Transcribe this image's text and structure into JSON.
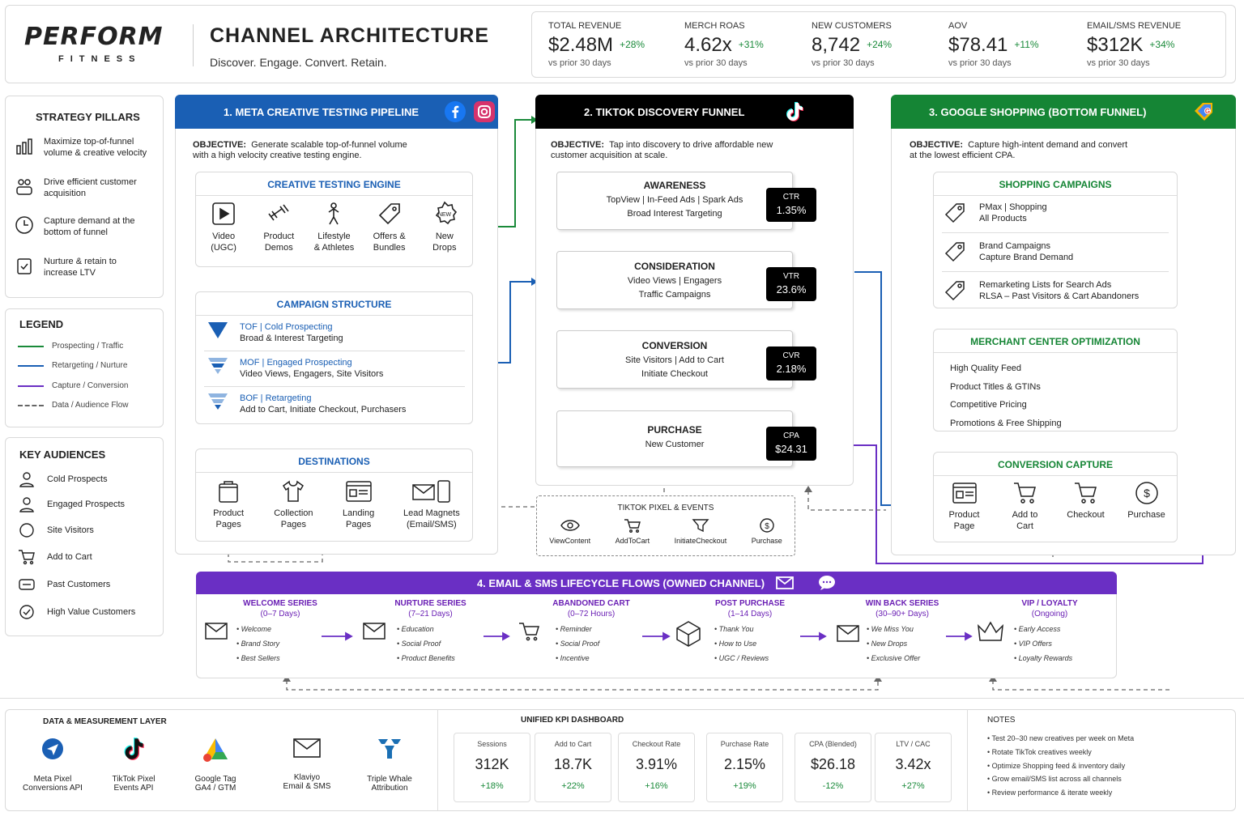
{
  "brand": {
    "name": "PERFORM",
    "sub": "FITNESS"
  },
  "header": {
    "title": "CHANNEL ARCHITECTURE",
    "subtitle": "Discover. Engage. Convert. Retain."
  },
  "kpis": [
    {
      "label": "TOTAL REVENUE",
      "value": "$2.48M",
      "change": "+28%",
      "sub": "vs prior 30 days"
    },
    {
      "label": "MERCH ROAS",
      "value": "4.62x",
      "change": "+31%",
      "sub": "vs prior 30 days"
    },
    {
      "label": "NEW CUSTOMERS",
      "value": "8,742",
      "change": "+24%",
      "sub": "vs prior 30 days"
    },
    {
      "label": "AOV",
      "value": "$78.41",
      "change": "+11%",
      "sub": "vs prior 30 days"
    },
    {
      "label": "EMAIL/SMS REVENUE",
      "value": "$312K",
      "change": "+34%",
      "sub": "vs prior 30 days"
    }
  ],
  "pillars": {
    "title": "STRATEGY PILLARS",
    "items": [
      "Maximize top-of-funnel volume & creative velocity",
      "Drive efficient customer acquisition",
      "Capture demand at the bottom of funnel",
      "Nurture & retain to increase LTV"
    ]
  },
  "legend": {
    "title": "LEGEND",
    "items": [
      {
        "label": "Prospecting / Traffic",
        "color": "#1a8a3a"
      },
      {
        "label": "Retargeting / Nurture",
        "color": "#1a5fb4"
      },
      {
        "label": "Capture / Conversion",
        "color": "#6a2fc4"
      },
      {
        "label": "Data / Audience Flow",
        "color": "#666"
      }
    ]
  },
  "audiences": {
    "title": "KEY AUDIENCES",
    "items": [
      "Cold Prospects",
      "Engaged Prospects",
      "Site Visitors",
      "Add to Cart",
      "Past Customers",
      "High Value Customers"
    ]
  },
  "meta": {
    "title": "1. META CREATIVE TESTING PIPELINE",
    "obj_label": "OBJECTIVE:",
    "obj1": "Generate scalable top-of-funnel volume",
    "obj2": "with a high velocity creative testing engine.",
    "engine": {
      "title": "CREATIVE TESTING ENGINE",
      "items": [
        [
          "Video",
          "(UGC)"
        ],
        [
          "Product",
          "Demos"
        ],
        [
          "Lifestyle",
          "& Athletes"
        ],
        [
          "Offers &",
          "Bundles"
        ],
        [
          "New",
          "Drops"
        ]
      ]
    },
    "structure": {
      "title": "CAMPAIGN STRUCTURE",
      "rows": [
        {
          "tag": "TOF",
          "name": "Cold Prospecting",
          "desc": "Broad & Interest Targeting"
        },
        {
          "tag": "MOF",
          "name": "Engaged Prospecting",
          "desc": "Video Views, Engagers, Site Visitors"
        },
        {
          "tag": "BOF",
          "name": "Retargeting",
          "desc": "Add to Cart, Initiate Checkout, Purchasers"
        }
      ]
    },
    "destinations": {
      "title": "DESTINATIONS",
      "items": [
        [
          "Product",
          "Pages"
        ],
        [
          "Collection",
          "Pages"
        ],
        [
          "Landing",
          "Pages"
        ],
        [
          "Lead Magnets",
          "(Email/SMS)"
        ]
      ]
    }
  },
  "tiktok": {
    "title": "2.  TIKTOK DISCOVERY FUNNEL",
    "obj_label": "OBJECTIVE:",
    "obj1": "Tap into discovery to drive affordable new",
    "obj2": "customer acquisition at scale.",
    "stages": [
      {
        "name": "AWARENESS",
        "l1": "TopView  |  In-Feed Ads  |  Spark Ads",
        "l2": "Broad Interest Targeting",
        "mlabel": "CTR",
        "mval": "1.35%"
      },
      {
        "name": "CONSIDERATION",
        "l1": "Video Views  |  Engagers",
        "l2": "Traffic Campaigns",
        "mlabel": "VTR",
        "mval": "23.6%"
      },
      {
        "name": "CONVERSION",
        "l1": "Site Visitors  |  Add to Cart",
        "l2": "Initiate Checkout",
        "mlabel": "CVR",
        "mval": "2.18%"
      },
      {
        "name": "PURCHASE",
        "l1": "New Customer",
        "l2": "",
        "mlabel": "CPA",
        "mval": "$24.31"
      }
    ],
    "pixel": {
      "title": "TIKTOK PIXEL & EVENTS",
      "events": [
        "ViewContent",
        "AddToCart",
        "InitiateCheckout",
        "Purchase"
      ]
    }
  },
  "google": {
    "title": "3.  GOOGLE SHOPPING (BOTTOM FUNNEL)",
    "obj_label": "OBJECTIVE:",
    "obj1": "Capture high-intent demand and convert",
    "obj2": "at the lowest efficient CPA.",
    "shopping": {
      "title": "SHOPPING CAMPAIGNS",
      "items": [
        [
          "PMax  |  Shopping",
          "All Products"
        ],
        [
          "Brand Campaigns",
          "Capture Brand Demand"
        ],
        [
          "Remarketing Lists for Search Ads",
          "RLSA – Past Visitors & Cart Abandoners"
        ]
      ]
    },
    "merchant": {
      "title": "MERCHANT CENTER OPTIMIZATION",
      "items": [
        "High Quality Feed",
        "Product Titles & GTINs",
        "Competitive Pricing",
        "Promotions & Free Shipping"
      ]
    },
    "capture": {
      "title": "CONVERSION CAPTURE",
      "items": [
        [
          "Product",
          "Page"
        ],
        [
          "Add to",
          "Cart"
        ],
        [
          "Checkout",
          ""
        ],
        [
          "Purchase",
          ""
        ]
      ]
    }
  },
  "lifecycle": {
    "title": "4.  EMAIL & SMS LIFECYCLE FLOWS (OWNED CHANNEL)",
    "flows": [
      {
        "name": "WELCOME SERIES",
        "days": "(0–7 Days)",
        "items": [
          "Welcome",
          "Brand Story",
          "Best Sellers"
        ]
      },
      {
        "name": "NURTURE SERIES",
        "days": "(7–21 Days)",
        "items": [
          "Education",
          "Social Proof",
          "Product Benefits"
        ]
      },
      {
        "name": "ABANDONED CART",
        "days": "(0–72 Hours)",
        "items": [
          "Reminder",
          "Social Proof",
          "Incentive"
        ]
      },
      {
        "name": "POST PURCHASE",
        "days": "(1–14 Days)",
        "items": [
          "Thank You",
          "How to Use",
          "UGC / Reviews"
        ]
      },
      {
        "name": "WIN BACK SERIES",
        "days": "(30–90+ Days)",
        "items": [
          "We Miss You",
          "New Drops",
          "Exclusive Offer"
        ]
      },
      {
        "name": "VIP / LOYALTY",
        "days": "(Ongoing)",
        "items": [
          "Early Access",
          "VIP Offers",
          "Loyalty Rewards"
        ]
      }
    ]
  },
  "data_layer": {
    "title": "DATA & MEASUREMENT LAYER",
    "items": [
      [
        "Meta Pixel",
        "Conversions API"
      ],
      [
        "TikTok Pixel",
        "Events API"
      ],
      [
        "Google Tag",
        "GA4 / GTM"
      ],
      [
        "Klaviyo",
        "Email & SMS"
      ],
      [
        "Triple Whale",
        "Attribution"
      ]
    ]
  },
  "dashboard": {
    "title": "UNIFIED KPI DASHBOARD",
    "cards": [
      {
        "label": "Sessions",
        "value": "312K",
        "change": "+18%",
        "color": "#1a8a3a"
      },
      {
        "label": "Add to Cart",
        "value": "18.7K",
        "change": "+22%",
        "color": "#1a8a3a"
      },
      {
        "label": "Checkout Rate",
        "value": "3.91%",
        "change": "+16%",
        "color": "#1a8a3a"
      },
      {
        "label": "Purchase Rate",
        "value": "2.15%",
        "change": "+19%",
        "color": "#1a8a3a"
      },
      {
        "label": "CPA (Blended)",
        "value": "$26.18",
        "change": "-12%",
        "color": "#1a8a3a"
      },
      {
        "label": "LTV / CAC",
        "value": "3.42x",
        "change": "+27%",
        "color": "#1a8a3a"
      }
    ]
  },
  "notes": {
    "title": "NOTES",
    "items": [
      "Test 20–30 new creatives per week on Meta",
      "Rotate TikTok creatives weekly",
      "Optimize Shopping feed & inventory daily",
      "Grow email/SMS list across all channels",
      "Review performance & iterate weekly"
    ]
  }
}
